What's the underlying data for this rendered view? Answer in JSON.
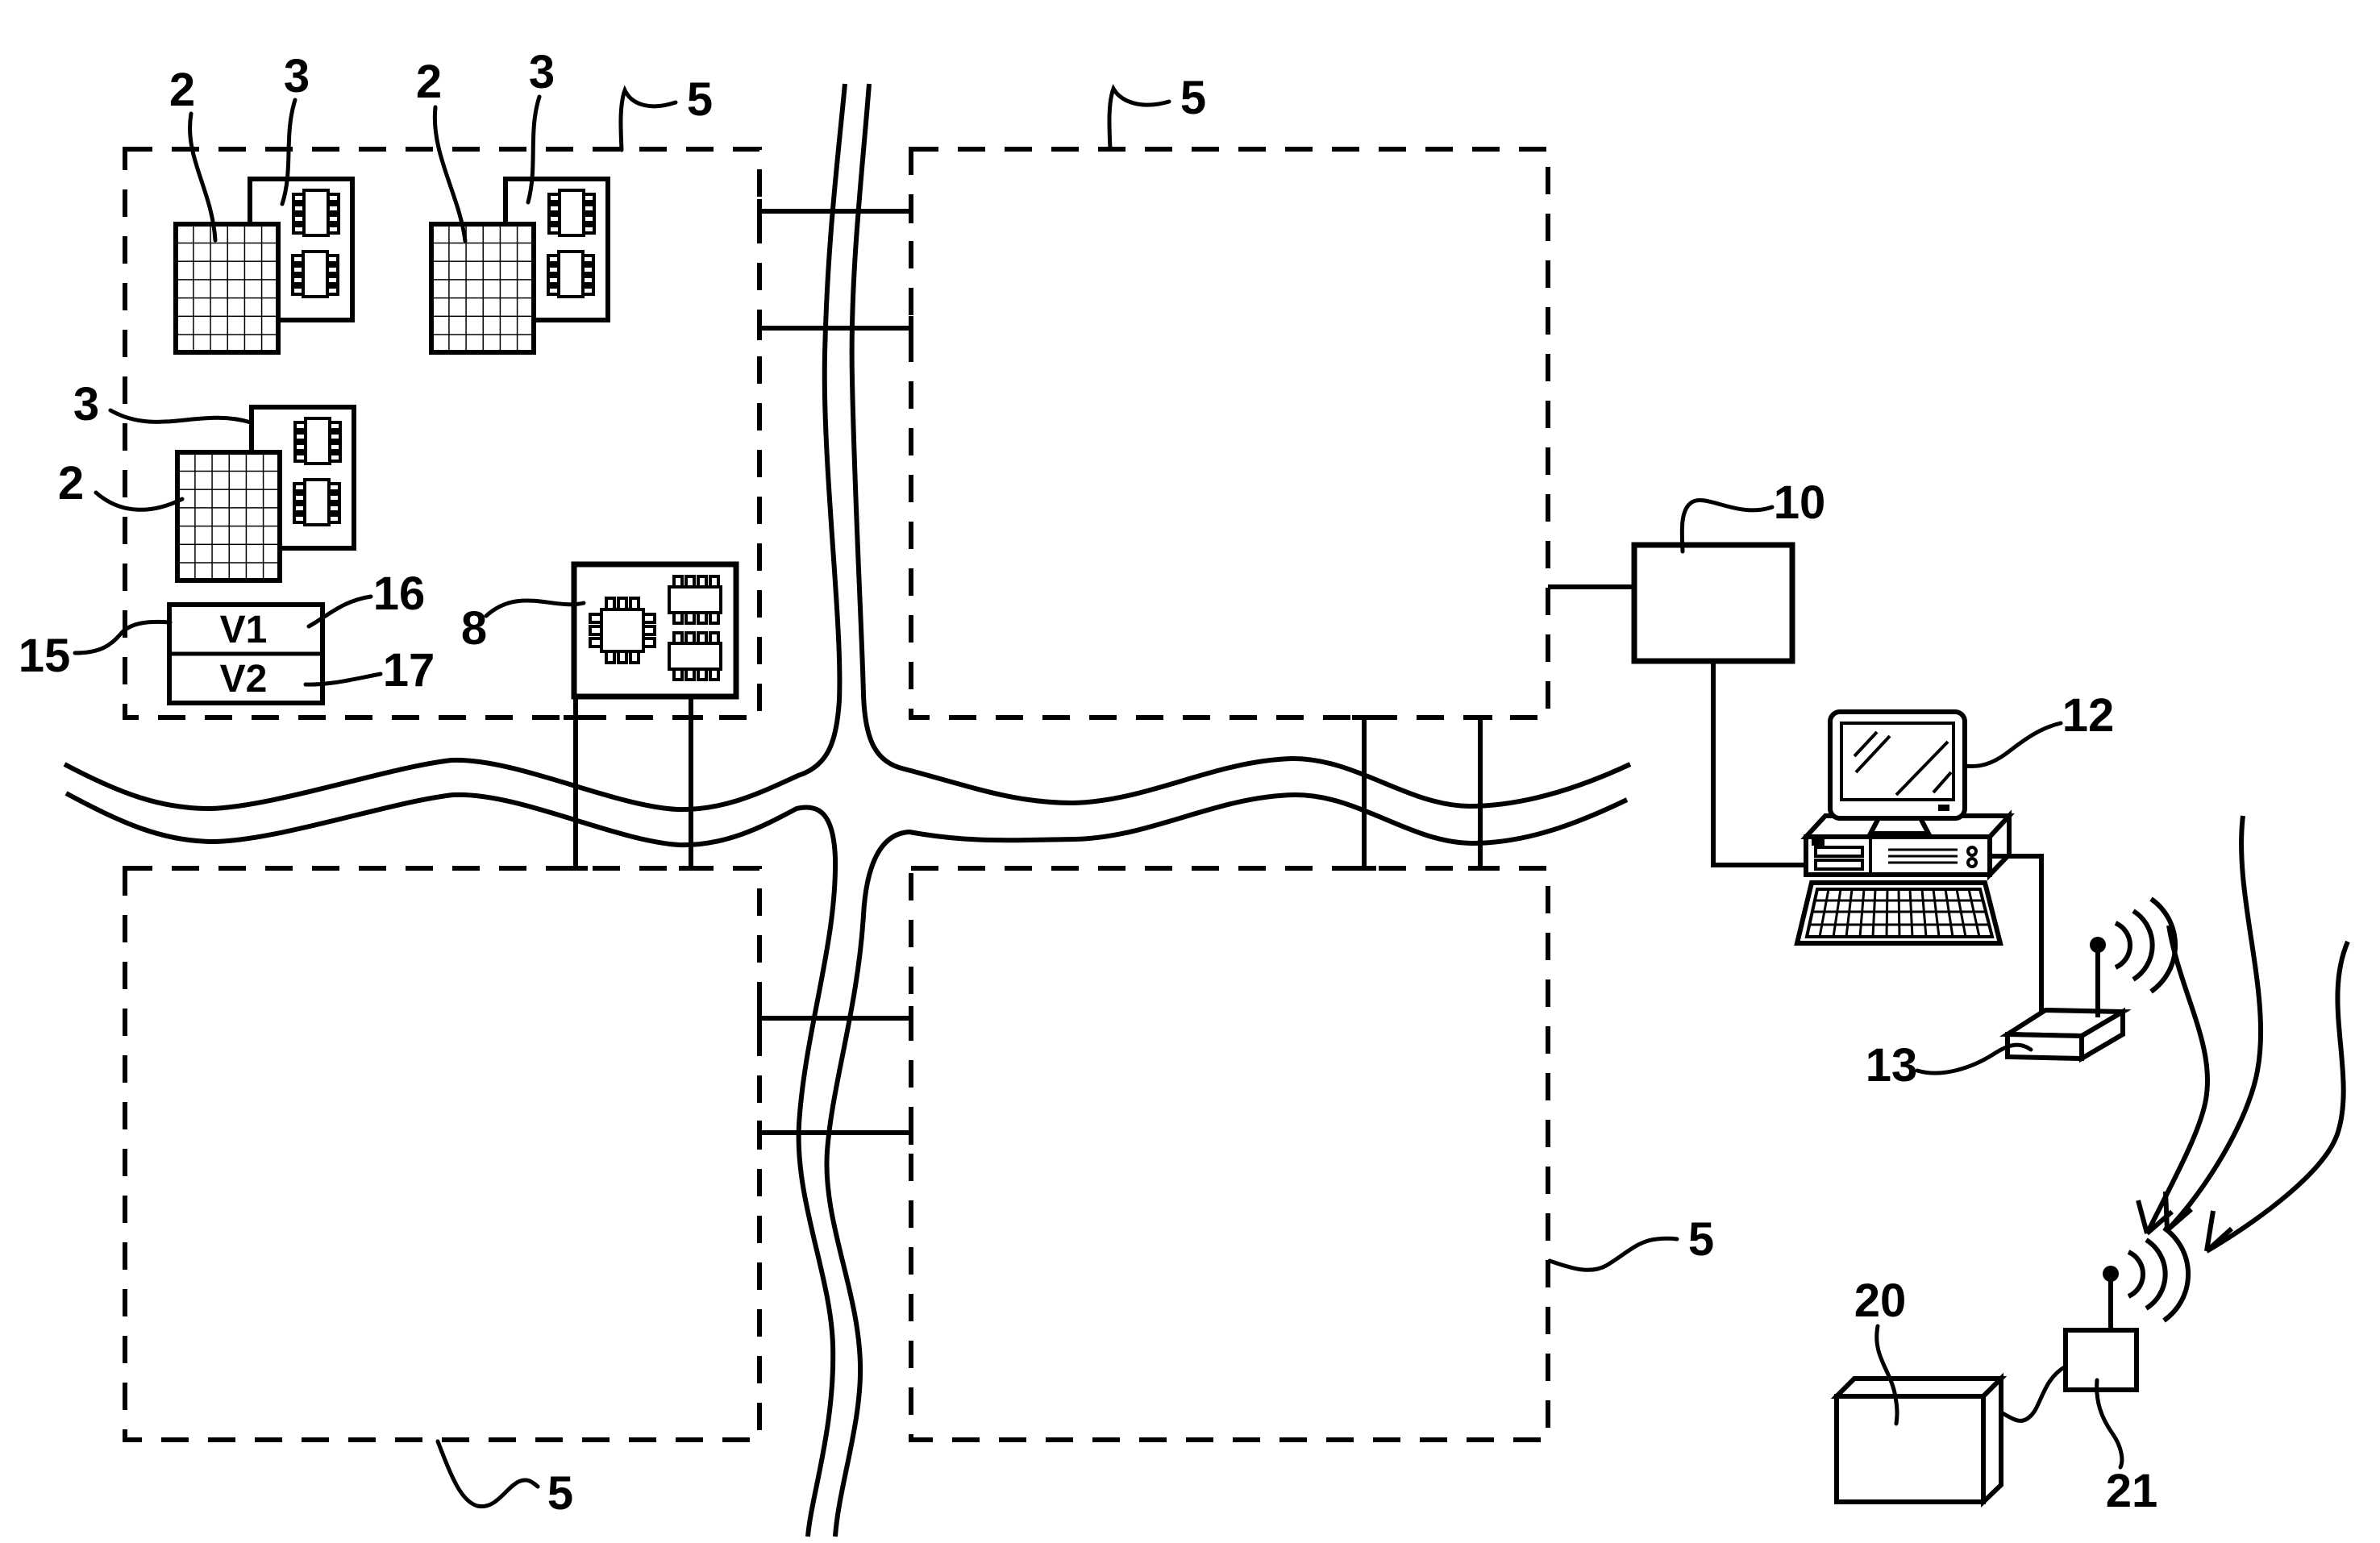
{
  "figure": {
    "background_color": "#ffffff",
    "ink_color": "#000000"
  },
  "ref_labels": {
    "solar_panel": "2",
    "panel_electronics": "3",
    "zone": "5",
    "zone_module": "8",
    "concentrator": "10",
    "computer": "12",
    "modem": "13",
    "meter": "15",
    "meter_reading_1": "16",
    "meter_reading_2": "17",
    "remote_unit": "20",
    "remote_receiver": "21"
  },
  "meter_display": {
    "line1": "V1",
    "line2": "V2"
  }
}
